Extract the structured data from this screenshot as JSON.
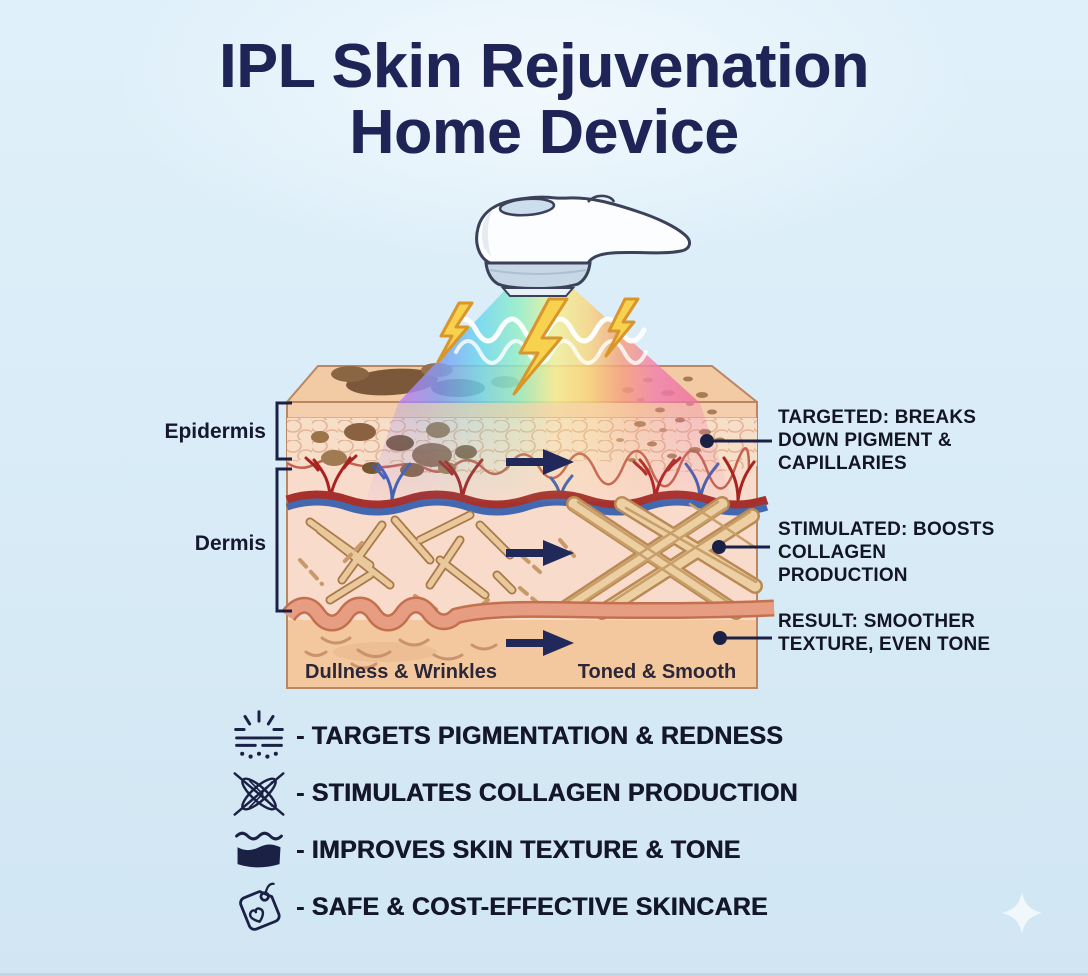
{
  "title": {
    "line1": "IPL Skin Rejuvenation",
    "line2": "Home Device"
  },
  "diagram": {
    "device": {
      "icon": "ipl-handheld-device-illustration"
    },
    "beam": {
      "icon": "rainbow-light-beam",
      "effects": [
        "lightning-bolt-icon",
        "light-wave-lines"
      ]
    },
    "layer_labels": [
      {
        "label": "Epidermis"
      },
      {
        "label": "Dermis"
      }
    ],
    "state_labels": {
      "before": "Dullness & Wrinkles",
      "after": "Toned & Smooth"
    },
    "callouts": [
      {
        "label": "TARGETED: BREAKS DOWN PIGMENT & CAPILLARIES"
      },
      {
        "label": "STIMULATED: BOOSTS COLLAGEN PRODUCTION"
      },
      {
        "label": "RESULT: SMOOTHER TEXTURE, EVEN TONE"
      }
    ]
  },
  "benefits": [
    {
      "icon": "light-rays-on-skin-icon",
      "label": "- TARGETS PIGMENTATION & REDNESS"
    },
    {
      "icon": "collagen-fibers-icon",
      "label": "- STIMULATES COLLAGEN PRODUCTION"
    },
    {
      "icon": "smooth-skin-layer-icon",
      "label": "- IMPROVES SKIN TEXTURE & TONE"
    },
    {
      "icon": "price-tag-heart-icon",
      "label": "- SAFE & COST-EFFECTIVE SKINCARE"
    }
  ],
  "decorations": {
    "sparkle": "sparkle-icon"
  },
  "colors": {
    "background": "#d9ecf7",
    "title_navy": "#1f2456",
    "text_dark": "#14162a",
    "arrow_navy": "#20295a",
    "bolt_yellow": "#f8d14f",
    "skin_top": "#f2cba4",
    "epidermis": "#f7dec9",
    "dermis": "#f9dbcb",
    "subcutis": "#f4c89e",
    "vessel_red": "#a5302c",
    "vessel_blue": "#4368b0",
    "pigment_brown": "#8a6242",
    "collagen_tan": "#ecd0a4",
    "beam_gradient": [
      "#c07cf0",
      "#7f9cf4",
      "#6ad6ee",
      "#93eec4",
      "#f4f095",
      "#f8d67e",
      "#f5a07f",
      "#f07fb0",
      "#ef6f9a"
    ]
  }
}
